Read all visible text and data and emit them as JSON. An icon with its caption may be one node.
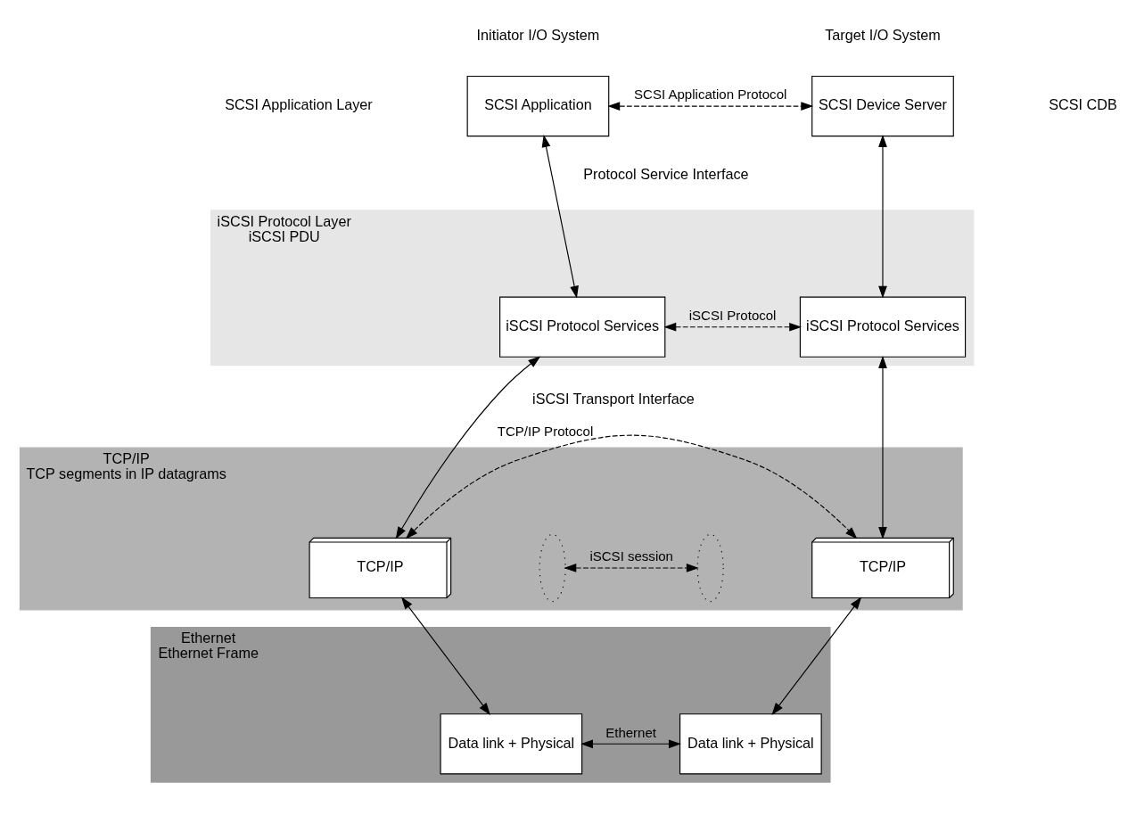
{
  "diagram": {
    "nodes": [
      {
        "text": [
          "SCSI Application"
        ]
      },
      {
        "text": [
          "SCSI Device Server"
        ]
      },
      {
        "text": [
          "iSCSI Protocol Layer",
          "iSCSI PDU"
        ]
      },
      {
        "text": [
          "iSCSI Protocol Services"
        ],
        "in": 2
      },
      {
        "text": [
          "iSCSI Protocol Services"
        ],
        "in": 2
      },
      {
        "text": [
          "TCP/IP",
          "TCP segments in IP datagrams"
        ]
      },
      {
        "text": [
          "TCP/IP"
        ],
        "in": 5
      },
      {
        "text": [],
        "shape": "ellipse",
        "in": 5
      },
      {
        "text": [],
        "shape": "ellipse",
        "in": 5
      },
      {
        "text": [
          "TCP/IP"
        ],
        "in": 5
      },
      {
        "text": [
          "Ethernet",
          "Ethernet Frame"
        ]
      },
      {
        "text": [
          "Data link + Physical"
        ],
        "in": 10
      },
      {
        "text": [
          "Data link + Physical"
        ],
        "in": 10
      }
    ],
    "edges": [
      {
        "from": 0,
        "to": 1,
        "arrow": "both",
        "style": "dashed",
        "label": "SCSI Application Protocol"
      },
      {
        "from": 0,
        "to": 3,
        "arrow": "both"
      },
      {
        "from": 1,
        "to": 4,
        "arrow": "both"
      },
      {
        "from": 3,
        "to": 4,
        "arrow": "both",
        "style": "dashed",
        "label": "iSCSI Protocol"
      },
      {
        "from": 3,
        "to": 6,
        "arrow": "both"
      },
      {
        "from": 4,
        "to": 9,
        "arrow": "both"
      },
      {
        "from": 6,
        "to": 9,
        "arrow": "both",
        "style": "dashed",
        "label": "TCP/IP Protocol"
      },
      {
        "from": 7,
        "to": 8,
        "arrow": "both",
        "style": "dashed",
        "label": "iSCSI session"
      },
      {
        "from": 6,
        "to": 11,
        "arrow": "both"
      },
      {
        "from": 9,
        "to": 12,
        "arrow": "both"
      },
      {
        "from": 11,
        "to": 12,
        "arrow": "both",
        "label": "Ethernet"
      }
    ],
    "labels": [
      "Initiator I/O System",
      "Target I/O System",
      "SCSI Application Layer",
      "SCSI CDB",
      "Protocol Service Interface",
      "iSCSI Transport Interface"
    ]
  }
}
